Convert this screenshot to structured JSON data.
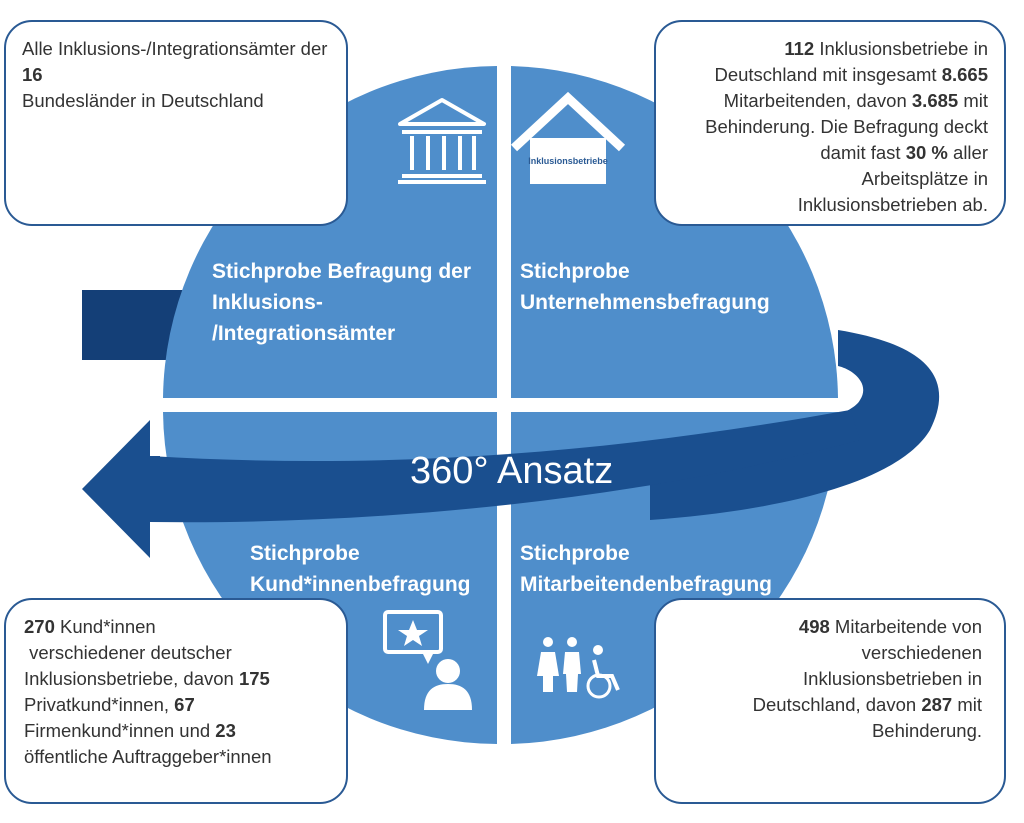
{
  "center_label": "360° Ansatz",
  "quadrants": {
    "top_left": "Stichprobe Befragung der Inklusions-/Integrationsämter",
    "top_right": "Stichprobe Unternehmensbefragung",
    "bottom_left": "Stichprobe Kund*innenbefragung",
    "bottom_right": "Stichprobe Mitarbeitendenbefragung"
  },
  "quadrant_lines": {
    "top_left": [
      "Stichprobe Befragung der",
      "Inklusions-",
      "/Integrationsämter"
    ],
    "top_right": [
      "Stichprobe",
      "Unternehmensbefragung"
    ],
    "bottom_left": [
      "Stichprobe",
      "Kund*innenbefragung"
    ],
    "bottom_right": [
      "Stichprobe",
      "Mitarbeitendenbefragung"
    ]
  },
  "house_sign": "Inklusionsbetriebe",
  "info_boxes": {
    "top_left": [
      {
        "t": "Alle Inklusions-"
      },
      {
        "t": "/Integrationsämter der "
      },
      {
        "b": "16"
      },
      {
        "br": true
      },
      {
        "t": "Bundesländer in Deutschland"
      }
    ],
    "top_right": [
      {
        "b": "112"
      },
      {
        "t": " Inklusionsbetriebe in"
      },
      {
        "br": true
      },
      {
        "t": "Deutschland mit insgesamt "
      },
      {
        "b": "8.665"
      },
      {
        "br": true
      },
      {
        "t": "Mitarbeitenden, davon "
      },
      {
        "b": "3.685"
      },
      {
        "t": " mit"
      },
      {
        "br": true
      },
      {
        "t": "Behinderung. Die Befragung deckt"
      },
      {
        "br": true
      },
      {
        "t": "damit fast "
      },
      {
        "b": "30 %"
      },
      {
        "t": " aller"
      },
      {
        "br": true
      },
      {
        "t": "Arbeitsplätze in"
      },
      {
        "br": true
      },
      {
        "t": "Inklusionsbetrieben ab."
      }
    ],
    "bottom_left": [
      {
        "b": "270"
      },
      {
        "t": " Kund*innen"
      },
      {
        "br": true
      },
      {
        "t": " verschiedener deutscher"
      },
      {
        "br": true
      },
      {
        "t": "Inklusionsbetriebe, davon "
      },
      {
        "b": "175"
      },
      {
        "br": true
      },
      {
        "t": "Privatkund*innen, "
      },
      {
        "b": "67"
      },
      {
        "br": true
      },
      {
        "t": "Firmenkund*innen und "
      },
      {
        "b": "23"
      },
      {
        "br": true
      },
      {
        "t": "öffentliche Auftraggeber*innen"
      }
    ],
    "bottom_right": [
      {
        "b": "498"
      },
      {
        "t": " Mitarbeitende von"
      },
      {
        "br": true
      },
      {
        "t": "verschiedenen"
      },
      {
        "br": true
      },
      {
        "t": "Inklusionsbetrieben in"
      },
      {
        "br": true
      },
      {
        "t": "Deutschland, davon "
      },
      {
        "b": "287"
      },
      {
        "t": " mit"
      },
      {
        "br": true
      },
      {
        "t": "Behinderung."
      }
    ]
  },
  "colors": {
    "circle": "#4f8ecb",
    "arrow_front": "#1a4f8f",
    "arrow_back": "#143f77",
    "box_border": "#2a5a94",
    "icon": "#ffffff"
  },
  "icons": [
    "building-columns-icon",
    "house-icon",
    "speech-bubble-star-icon",
    "person-icon",
    "people-wheelchair-icon"
  ]
}
